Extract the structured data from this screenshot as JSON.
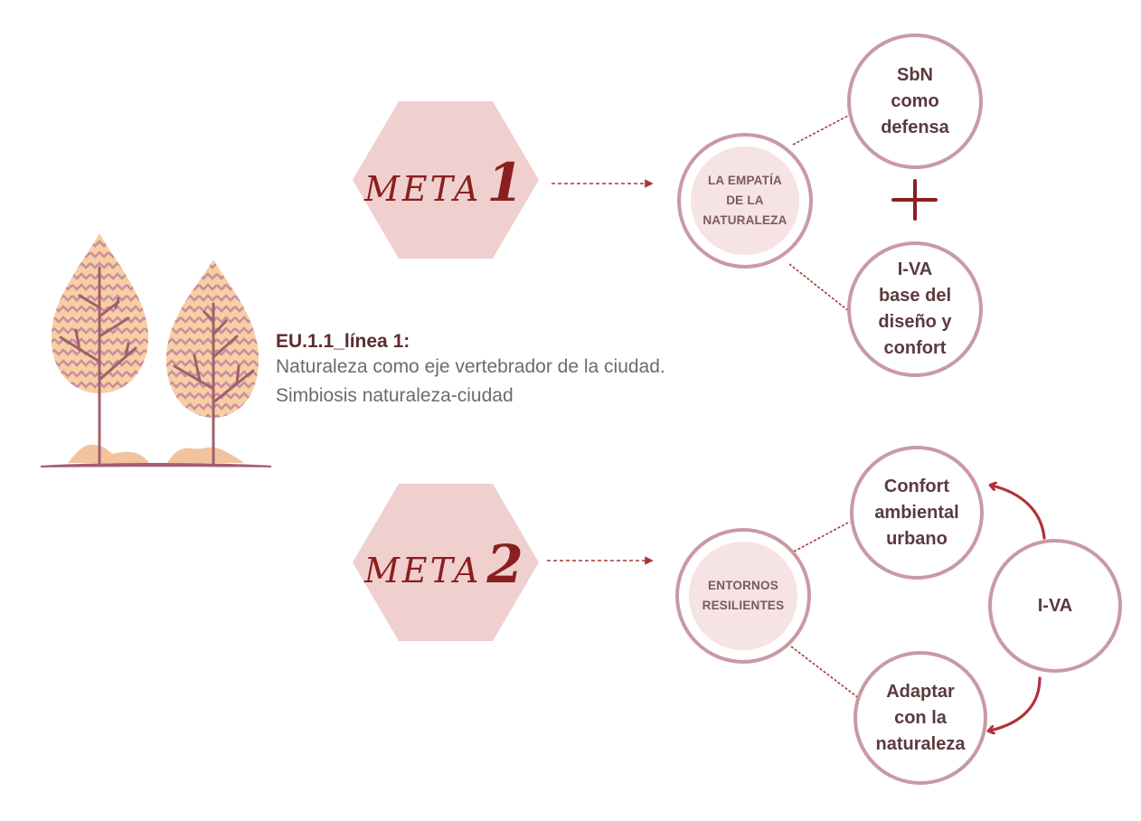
{
  "colors": {
    "hexagon_fill": "#f0cfcf",
    "accent_dark_red": "#8a1f1f",
    "circle_border": "#c99aa2",
    "center_fill": "#f6e3e3",
    "arrow_red": "#b3303c",
    "tree_leaf": "#f7cfa3",
    "tree_trunk": "#a35f6e"
  },
  "illustration": {
    "icon": "trees-icon"
  },
  "line_description": {
    "title": "EU.1.1_línea 1:",
    "lines": [
      "Naturaleza como eje vertebrador de la ciudad.",
      "Simbiosis naturaleza-ciudad"
    ]
  },
  "meta1": {
    "word": "META",
    "number": "1",
    "center": [
      "LA EMPATÍA",
      "DE LA",
      "NATURALEZA"
    ],
    "top_node": [
      "SbN",
      "como",
      "defensa"
    ],
    "combiner": "+",
    "bottom_node": [
      "I-VA",
      "base del",
      "diseño y",
      "confort"
    ]
  },
  "meta2": {
    "word": "META",
    "number": "2",
    "center": [
      "ENTORNOS",
      "RESILIENTES"
    ],
    "top_node": [
      "Confort",
      "ambiental",
      "urbano"
    ],
    "bottom_node": [
      "Adaptar",
      "con la",
      "naturaleza"
    ],
    "driver_node": [
      "I-VA"
    ]
  }
}
